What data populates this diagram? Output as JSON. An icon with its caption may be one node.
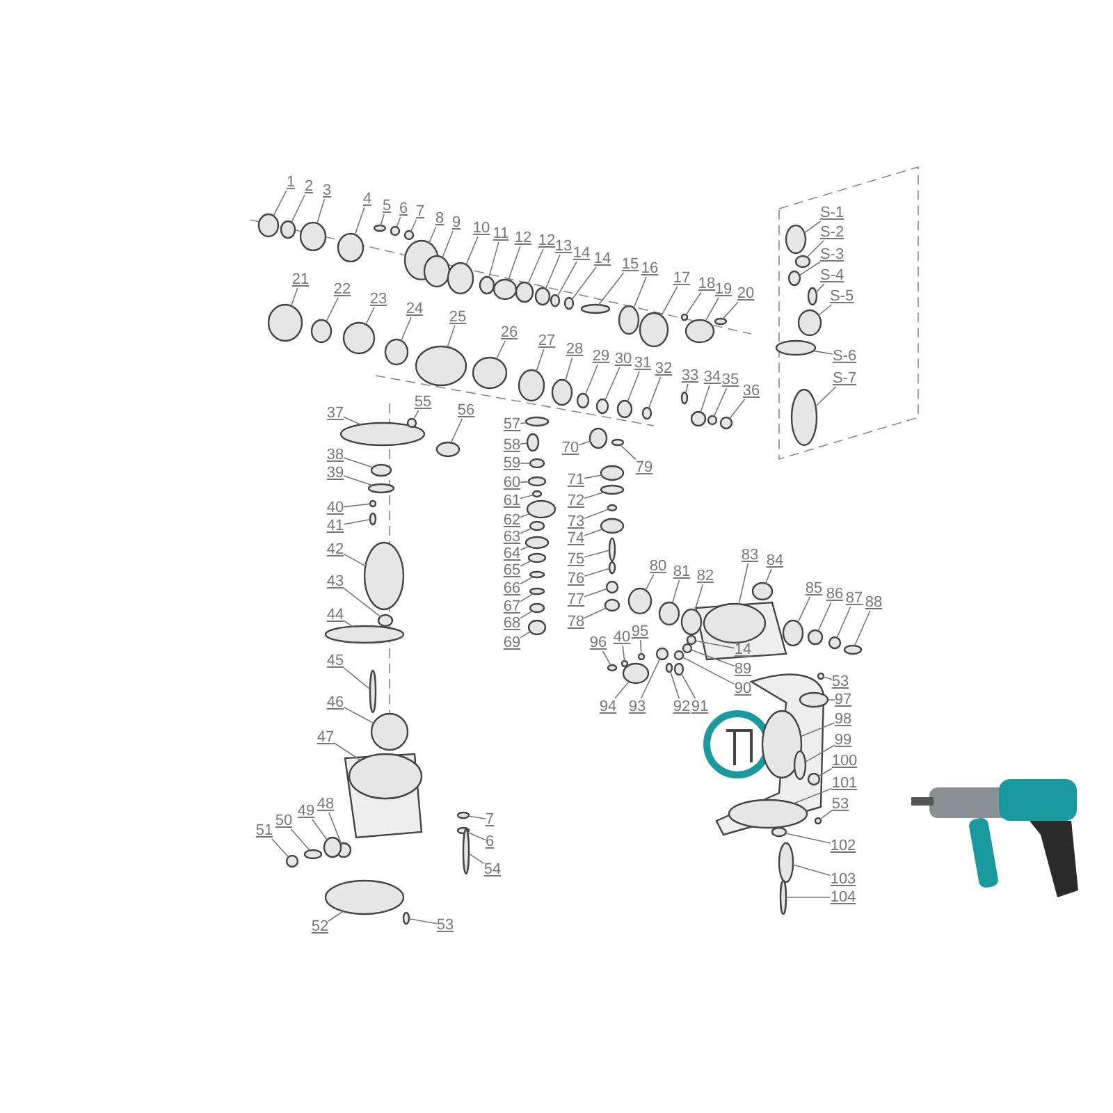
{
  "diagram": {
    "nodes": [
      {
        "text": [
          "1"
        ]
      },
      {
        "text": [
          "2"
        ]
      },
      {
        "text": [
          "3"
        ]
      },
      {
        "text": [
          "4"
        ]
      },
      {
        "text": [
          "5"
        ]
      },
      {
        "text": [
          "6"
        ]
      },
      {
        "text": [
          "7"
        ]
      },
      {
        "text": [
          "8"
        ]
      },
      {
        "text": [
          "9"
        ]
      },
      {
        "text": [
          "10"
        ]
      },
      {
        "text": [
          "11"
        ]
      },
      {
        "text": [
          "12"
        ]
      },
      {
        "text": [
          "12"
        ]
      },
      {
        "text": [
          "13"
        ]
      },
      {
        "text": [
          "14"
        ]
      },
      {
        "text": [
          "14"
        ]
      },
      {
        "text": [
          "15"
        ]
      },
      {
        "text": [
          "16"
        ]
      },
      {
        "text": [
          "17"
        ]
      },
      {
        "text": [
          "18"
        ]
      },
      {
        "text": [
          "19"
        ]
      },
      {
        "text": [
          "20"
        ]
      },
      {
        "text": [
          "S-1"
        ]
      },
      {
        "text": [
          "S-2"
        ]
      },
      {
        "text": [
          "S-3"
        ]
      },
      {
        "text": [
          "S-4"
        ]
      },
      {
        "text": [
          "S-5"
        ]
      },
      {
        "text": [
          "S-6"
        ]
      },
      {
        "text": [
          "S-7"
        ]
      },
      {
        "text": [
          "21"
        ]
      },
      {
        "text": [
          "22"
        ]
      },
      {
        "text": [
          "23"
        ]
      },
      {
        "text": [
          "24"
        ]
      },
      {
        "text": [
          "25"
        ]
      },
      {
        "text": [
          "26"
        ]
      },
      {
        "text": [
          "27"
        ]
      },
      {
        "text": [
          "28"
        ]
      },
      {
        "text": [
          "29"
        ]
      },
      {
        "text": [
          "30"
        ]
      },
      {
        "text": [
          "31"
        ]
      },
      {
        "text": [
          "32"
        ]
      },
      {
        "text": [
          "33"
        ]
      },
      {
        "text": [
          "34"
        ]
      },
      {
        "text": [
          "35"
        ]
      },
      {
        "text": [
          "36"
        ]
      },
      {
        "text": [
          "37"
        ]
      },
      {
        "text": [
          "55"
        ]
      },
      {
        "text": [
          "56"
        ]
      },
      {
        "text": [
          "38"
        ]
      },
      {
        "text": [
          "39"
        ]
      },
      {
        "text": [
          "40"
        ]
      },
      {
        "text": [
          "41"
        ]
      },
      {
        "text": [
          "42"
        ]
      },
      {
        "text": [
          "43"
        ]
      },
      {
        "text": [
          "44"
        ]
      },
      {
        "text": [
          "45"
        ]
      },
      {
        "text": [
          "46"
        ]
      },
      {
        "text": [
          "47"
        ]
      },
      {
        "text": [
          "48"
        ]
      },
      {
        "text": [
          "49"
        ]
      },
      {
        "text": [
          "50"
        ]
      },
      {
        "text": [
          "51"
        ]
      },
      {
        "text": [
          "52"
        ]
      },
      {
        "text": [
          "53"
        ]
      },
      {
        "text": [
          "7"
        ]
      },
      {
        "text": [
          "6"
        ]
      },
      {
        "text": [
          "54"
        ]
      },
      {
        "text": [
          "57"
        ]
      },
      {
        "text": [
          "58"
        ]
      },
      {
        "text": [
          "59"
        ]
      },
      {
        "text": [
          "60"
        ]
      },
      {
        "text": [
          "61"
        ]
      },
      {
        "text": [
          "62"
        ]
      },
      {
        "text": [
          "63"
        ]
      },
      {
        "text": [
          "64"
        ]
      },
      {
        "text": [
          "65"
        ]
      },
      {
        "text": [
          "66"
        ]
      },
      {
        "text": [
          "67"
        ]
      },
      {
        "text": [
          "68"
        ]
      },
      {
        "text": [
          "69"
        ]
      },
      {
        "text": [
          "70"
        ]
      },
      {
        "text": [
          "79"
        ]
      },
      {
        "text": [
          "71"
        ]
      },
      {
        "text": [
          "72"
        ]
      },
      {
        "text": [
          "73"
        ]
      },
      {
        "text": [
          "74"
        ]
      },
      {
        "text": [
          "75"
        ]
      },
      {
        "text": [
          "76"
        ]
      },
      {
        "text": [
          "77"
        ]
      },
      {
        "text": [
          "78"
        ]
      },
      {
        "text": [
          "96"
        ]
      },
      {
        "text": [
          "40"
        ]
      },
      {
        "text": [
          "95"
        ]
      },
      {
        "text": [
          "80"
        ]
      },
      {
        "text": [
          "81"
        ]
      },
      {
        "text": [
          "82"
        ]
      },
      {
        "text": [
          "83"
        ]
      },
      {
        "text": [
          "84"
        ]
      },
      {
        "text": [
          "85"
        ]
      },
      {
        "text": [
          "86"
        ]
      },
      {
        "text": [
          "87"
        ]
      },
      {
        "text": [
          "88"
        ]
      },
      {
        "text": [
          "14"
        ]
      },
      {
        "text": [
          "89"
        ]
      },
      {
        "text": [
          "90"
        ]
      },
      {
        "text": [
          "94"
        ]
      },
      {
        "text": [
          "93"
        ]
      },
      {
        "text": [
          "92"
        ]
      },
      {
        "text": [
          "91"
        ]
      },
      {
        "text": [
          "53"
        ]
      },
      {
        "text": [
          "97"
        ]
      },
      {
        "text": [
          "98"
        ]
      },
      {
        "text": [
          "99"
        ]
      },
      {
        "text": [
          "100"
        ]
      },
      {
        "text": [
          "101"
        ]
      },
      {
        "text": [
          "53"
        ]
      },
      {
        "text": [
          "102"
        ]
      },
      {
        "text": [
          "103"
        ]
      },
      {
        "text": [
          "104"
        ]
      },
      {
        "text": [],
        "shape": "circle"
      },
      {
        "text": [],
        "shape": "circle"
      },
      {
        "text": [],
        "shape": "circle"
      },
      {
        "text": [],
        "shape": "circle"
      },
      {
        "text": [],
        "shape": "circle"
      },
      {
        "text": [],
        "shape": "circle"
      },
      {
        "text": [],
        "shape": "circle"
      },
      {
        "text": [],
        "shape": "circle"
      },
      {
        "text": [],
        "shape": "circle"
      },
      {
        "text": [],
        "shape": "circle"
      },
      {
        "text": [],
        "shape": "circle"
      },
      {
        "text": [],
        "shape": "circle"
      },
      {
        "text": [],
        "shape": "circle"
      },
      {
        "text": [],
        "shape": "circle"
      },
      {
        "text": [],
        "shape": "circle"
      },
      {
        "text": [],
        "shape": "circle"
      },
      {
        "text": [],
        "shape": "circle"
      },
      {
        "text": [],
        "shape": "circle"
      },
      {
        "text": [],
        "shape": "circle"
      },
      {
        "text": [],
        "shape": "circle"
      },
      {
        "text": [],
        "shape": "circle"
      },
      {
        "text": [],
        "shape": "circle"
      },
      {
        "text": [],
        "shape": "circle"
      },
      {
        "text": [],
        "shape": "circle"
      },
      {
        "text": [],
        "shape": "circle"
      },
      {
        "text": [],
        "shape": "circle"
      },
      {
        "text": [],
        "shape": "circle"
      },
      {
        "text": [],
        "shape": "circle"
      },
      {
        "text": [],
        "shape": "circle"
      },
      {
        "text": [],
        "shape": "circle"
      },
      {
        "text": [],
        "shape": "circle"
      },
      {
        "text": [],
        "shape": "circle"
      },
      {
        "text": [],
        "shape": "circle"
      },
      {
        "text": [],
        "shape": "circle"
      },
      {
        "text": [],
        "shape": "circle"
      },
      {
        "text": [],
        "shape": "circle"
      },
      {
        "text": [],
        "shape": "circle"
      },
      {
        "text": [],
        "shape": "circle"
      },
      {
        "text": [],
        "shape": "circle"
      },
      {
        "text": [],
        "shape": "circle"
      },
      {
        "text": [],
        "shape": "circle"
      },
      {
        "text": [],
        "shape": "circle"
      },
      {
        "text": [],
        "shape": "circle"
      },
      {
        "text": [],
        "shape": "circle"
      },
      {
        "text": [],
        "shape": "circle"
      },
      {
        "text": [],
        "shape": "circle"
      },
      {
        "text": [],
        "shape": "circle"
      },
      {
        "text": [],
        "shape": "circle"
      },
      {
        "text": [],
        "shape": "circle"
      },
      {
        "text": [],
        "shape": "circle"
      },
      {
        "text": [],
        "shape": "circle"
      },
      {
        "text": [],
        "shape": "circle"
      },
      {
        "text": [],
        "shape": "circle"
      },
      {
        "text": [],
        "shape": "circle"
      },
      {
        "text": [],
        "shape": "circle"
      },
      {
        "text": [],
        "shape": "circle"
      },
      {
        "text": [],
        "shape": "circle"
      },
      {
        "text": [],
        "shape": "circle"
      },
      {
        "text": [],
        "shape": "circle"
      },
      {
        "text": [],
        "shape": "circle"
      },
      {
        "text": [],
        "shape": "circle"
      },
      {
        "text": [],
        "shape": "circle"
      },
      {
        "text": [],
        "shape": "circle"
      },
      {
        "text": [],
        "shape": "circle"
      },
      {
        "text": [],
        "shape": "circle"
      },
      {
        "text": [],
        "shape": "circle"
      },
      {
        "text": [],
        "shape": "circle"
      },
      {
        "text": [],
        "shape": "circle"
      },
      {
        "text": [],
        "shape": "circle"
      },
      {
        "text": [],
        "shape": "circle"
      },
      {
        "text": [],
        "shape": "circle"
      },
      {
        "text": [],
        "shape": "circle"
      },
      {
        "text": [],
        "shape": "circle"
      },
      {
        "text": [],
        "shape": "circle"
      },
      {
        "text": [],
        "shape": "circle"
      },
      {
        "text": [],
        "shape": "circle"
      },
      {
        "text": [],
        "shape": "circle"
      },
      {
        "text": [],
        "shape": "circle"
      },
      {
        "text": [],
        "shape": "circle"
      },
      {
        "text": [],
        "shape": "circle"
      },
      {
        "text": [],
        "shape": "circle"
      },
      {
        "text": [],
        "shape": "circle"
      },
      {
        "text": [],
        "shape": "circle"
      },
      {
        "text": [],
        "shape": "circle"
      },
      {
        "text": [],
        "shape": "circle"
      },
      {
        "text": [],
        "shape": "circle"
      },
      {
        "text": [],
        "shape": "circle"
      },
      {
        "text": [],
        "shape": "circle"
      },
      {
        "text": [],
        "shape": "circle"
      },
      {
        "text": [],
        "shape": "circle"
      },
      {
        "text": [],
        "shape": "circle"
      },
      {
        "text": [],
        "shape": "circle"
      },
      {
        "text": [],
        "shape": "circle"
      },
      {
        "text": [],
        "shape": "circle"
      },
      {
        "text": [],
        "shape": "circle"
      },
      {
        "text": [],
        "shape": "circle"
      },
      {
        "text": [],
        "shape": "circle"
      },
      {
        "text": [],
        "shape": "circle"
      },
      {
        "text": [],
        "shape": "circle"
      },
      {
        "text": [],
        "shape": "circle"
      },
      {
        "text": [],
        "shape": "circle"
      },
      {
        "text": [],
        "shape": "circle"
      },
      {
        "text": [],
        "shape": "circle"
      },
      {
        "text": [],
        "shape": "circle"
      },
      {
        "text": [],
        "shape": "circle"
      },
      {
        "text": [],
        "shape": "circle"
      },
      {
        "text": [],
        "shape": "circle"
      },
      {
        "text": [],
        "shape": "circle"
      },
      {
        "text": [],
        "shape": "circle"
      },
      {
        "text": [],
        "shape": "circle"
      },
      {
        "text": [],
        "shape": "circle"
      },
      {
        "text": [],
        "shape": "circle"
      },
      {
        "text": [],
        "shape": "circle"
      },
      {
        "text": [],
        "shape": "circle"
      },
      {
        "text": [],
        "shape": "circle"
      },
      {
        "text": [],
        "shape": "circle"
      },
      {
        "text": [],
        "shape": "circle"
      },
      {
        "text": [],
        "shape": "circle"
      },
      {
        "text": [],
        "shape": "circle"
      }
    ],
    "edges": [
      {
        "from": 0,
        "to": 119,
        "arrow": "none"
      },
      {
        "from": 1,
        "to": 120,
        "arrow": "none"
      },
      {
        "from": 2,
        "to": 121,
        "arrow": "none"
      },
      {
        "from": 3,
        "to": 122,
        "arrow": "none"
      },
      {
        "from": 4,
        "to": 123,
        "arrow": "none"
      },
      {
        "from": 5,
        "to": 124,
        "arrow": "none"
      },
      {
        "from": 6,
        "to": 125,
        "arrow": "none"
      },
      {
        "from": 7,
        "to": 126,
        "arrow": "none"
      },
      {
        "from": 8,
        "to": 127,
        "arrow": "none"
      },
      {
        "from": 9,
        "to": 128,
        "arrow": "none"
      },
      {
        "from": 10,
        "to": 129,
        "arrow": "none"
      },
      {
        "from": 11,
        "to": 130,
        "arrow": "none"
      },
      {
        "from": 12,
        "to": 131,
        "arrow": "none"
      },
      {
        "from": 13,
        "to": 132,
        "arrow": "none"
      },
      {
        "from": 14,
        "to": 133,
        "arrow": "none"
      },
      {
        "from": 15,
        "to": 134,
        "arrow": "none"
      },
      {
        "from": 16,
        "to": 135,
        "arrow": "none"
      },
      {
        "from": 17,
        "to": 136,
        "arrow": "none"
      },
      {
        "from": 18,
        "to": 137,
        "arrow": "none"
      },
      {
        "from": 19,
        "to": 138,
        "arrow": "none"
      },
      {
        "from": 20,
        "to": 139,
        "arrow": "none"
      },
      {
        "from": 21,
        "to": 140,
        "arrow": "none"
      },
      {
        "from": 22,
        "to": 141,
        "arrow": "none"
      },
      {
        "from": 23,
        "to": 142,
        "arrow": "none"
      },
      {
        "from": 24,
        "to": 143,
        "arrow": "none"
      },
      {
        "from": 25,
        "to": 144,
        "arrow": "none"
      },
      {
        "from": 26,
        "to": 145,
        "arrow": "none"
      },
      {
        "from": 27,
        "to": 146,
        "arrow": "none"
      },
      {
        "from": 28,
        "to": 147,
        "arrow": "none"
      },
      {
        "from": 29,
        "to": 148,
        "arrow": "none"
      },
      {
        "from": 30,
        "to": 149,
        "arrow": "none"
      },
      {
        "from": 31,
        "to": 150,
        "arrow": "none"
      },
      {
        "from": 32,
        "to": 151,
        "arrow": "none"
      },
      {
        "from": 33,
        "to": 152,
        "arrow": "none"
      },
      {
        "from": 34,
        "to": 153,
        "arrow": "none"
      },
      {
        "from": 35,
        "to": 154,
        "arrow": "none"
      },
      {
        "from": 36,
        "to": 155,
        "arrow": "none"
      },
      {
        "from": 37,
        "to": 156,
        "arrow": "none"
      },
      {
        "from": 38,
        "to": 157,
        "arrow": "none"
      },
      {
        "from": 39,
        "to": 158,
        "arrow": "none"
      },
      {
        "from": 40,
        "to": 159,
        "arrow": "none"
      },
      {
        "from": 41,
        "to": 160,
        "arrow": "none"
      },
      {
        "from": 42,
        "to": 161,
        "arrow": "none"
      },
      {
        "from": 43,
        "to": 162,
        "arrow": "none"
      },
      {
        "from": 44,
        "to": 163,
        "arrow": "none"
      },
      {
        "from": 45,
        "to": 164,
        "arrow": "none"
      },
      {
        "from": 46,
        "to": 165,
        "arrow": "none"
      },
      {
        "from": 47,
        "to": 166,
        "arrow": "none"
      },
      {
        "from": 48,
        "to": 167,
        "arrow": "none"
      },
      {
        "from": 49,
        "to": 168,
        "arrow": "none"
      },
      {
        "from": 50,
        "to": 169,
        "arrow": "none"
      },
      {
        "from": 51,
        "to": 170,
        "arrow": "none"
      },
      {
        "from": 52,
        "to": 171,
        "arrow": "none"
      },
      {
        "from": 53,
        "to": 172,
        "arrow": "none"
      },
      {
        "from": 54,
        "to": 173,
        "arrow": "none"
      },
      {
        "from": 55,
        "to": 174,
        "arrow": "none"
      },
      {
        "from": 56,
        "to": 175,
        "arrow": "none"
      },
      {
        "from": 57,
        "to": 176,
        "arrow": "none"
      },
      {
        "from": 58,
        "to": 177,
        "arrow": "none"
      },
      {
        "from": 59,
        "to": 178,
        "arrow": "none"
      },
      {
        "from": 60,
        "to": 179,
        "arrow": "none"
      },
      {
        "from": 61,
        "to": 180,
        "arrow": "none"
      },
      {
        "from": 62,
        "to": 181,
        "arrow": "none"
      },
      {
        "from": 63,
        "to": 182,
        "arrow": "none"
      },
      {
        "from": 64,
        "to": 183,
        "arrow": "none"
      },
      {
        "from": 65,
        "to": 184,
        "arrow": "none"
      },
      {
        "from": 66,
        "to": 185,
        "arrow": "none"
      },
      {
        "from": 67,
        "to": 186,
        "arrow": "none"
      },
      {
        "from": 68,
        "to": 187,
        "arrow": "none"
      },
      {
        "from": 69,
        "to": 188,
        "arrow": "none"
      },
      {
        "from": 70,
        "to": 189,
        "arrow": "none"
      },
      {
        "from": 71,
        "to": 190,
        "arrow": "none"
      },
      {
        "from": 72,
        "to": 191,
        "arrow": "none"
      },
      {
        "from": 73,
        "to": 192,
        "arrow": "none"
      },
      {
        "from": 74,
        "to": 193,
        "arrow": "none"
      },
      {
        "from": 75,
        "to": 194,
        "arrow": "none"
      },
      {
        "from": 76,
        "to": 195,
        "arrow": "none"
      },
      {
        "from": 77,
        "to": 196,
        "arrow": "none"
      },
      {
        "from": 78,
        "to": 197,
        "arrow": "none"
      },
      {
        "from": 79,
        "to": 198,
        "arrow": "none"
      },
      {
        "from": 80,
        "to": 199,
        "arrow": "none"
      },
      {
        "from": 81,
        "to": 200,
        "arrow": "none"
      },
      {
        "from": 82,
        "to": 201,
        "arrow": "none"
      },
      {
        "from": 83,
        "to": 202,
        "arrow": "none"
      },
      {
        "from": 84,
        "to": 203,
        "arrow": "none"
      },
      {
        "from": 85,
        "to": 204,
        "arrow": "none"
      },
      {
        "from": 86,
        "to": 205,
        "arrow": "none"
      },
      {
        "from": 87,
        "to": 206,
        "arrow": "none"
      },
      {
        "from": 88,
        "to": 207,
        "arrow": "none"
      },
      {
        "from": 89,
        "to": 208,
        "arrow": "none"
      },
      {
        "from": 90,
        "to": 209,
        "arrow": "none"
      },
      {
        "from": 91,
        "to": 210,
        "arrow": "none"
      },
      {
        "from": 92,
        "to": 211,
        "arrow": "none"
      },
      {
        "from": 93,
        "to": 212,
        "arrow": "none"
      },
      {
        "from": 94,
        "to": 213,
        "arrow": "none"
      },
      {
        "from": 95,
        "to": 214,
        "arrow": "none"
      },
      {
        "from": 96,
        "to": 215,
        "arrow": "none"
      },
      {
        "from": 97,
        "to": 216,
        "arrow": "none"
      },
      {
        "from": 98,
        "to": 217,
        "arrow": "none"
      },
      {
        "from": 99,
        "to": 218,
        "arrow": "none"
      },
      {
        "from": 100,
        "to": 219,
        "arrow": "none"
      },
      {
        "from": 101,
        "to": 220,
        "arrow": "none"
      },
      {
        "from": 102,
        "to": 221,
        "arrow": "none"
      },
      {
        "from": 103,
        "to": 222,
        "arrow": "none"
      },
      {
        "from": 104,
        "to": 223,
        "arrow": "none"
      },
      {
        "from": 105,
        "to": 224,
        "arrow": "none"
      },
      {
        "from": 106,
        "to": 225,
        "arrow": "none"
      },
      {
        "from": 107,
        "to": 226,
        "arrow": "none"
      },
      {
        "from": 108,
        "to": 227,
        "arrow": "none"
      },
      {
        "from": 109,
        "to": 228,
        "arrow": "none"
      },
      {
        "from": 110,
        "to": 229,
        "arrow": "none"
      },
      {
        "from": 111,
        "to": 230,
        "arrow": "none"
      },
      {
        "from": 112,
        "to": 231,
        "arrow": "none"
      },
      {
        "from": 113,
        "to": 232,
        "arrow": "none"
      },
      {
        "from": 114,
        "to": 233,
        "arrow": "none"
      },
      {
        "from": 115,
        "to": 234,
        "arrow": "none"
      },
      {
        "from": 116,
        "to": 235,
        "arrow": "none"
      },
      {
        "from": 117,
        "to": 236,
        "arrow": "none"
      },
      {
        "from": 118,
        "to": 237,
        "arrow": "none"
      }
    ]
  }
}
